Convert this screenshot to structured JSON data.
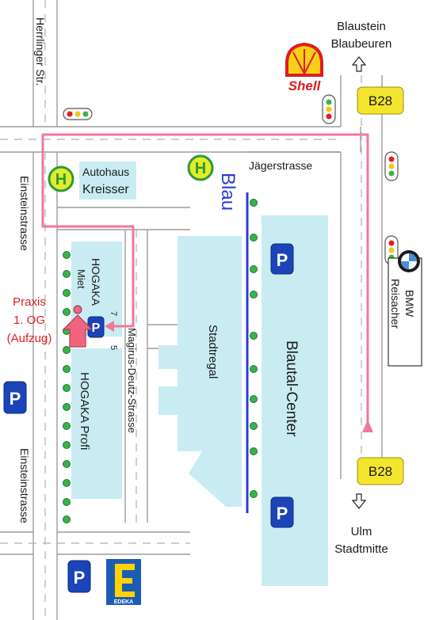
{
  "streets": {
    "herrlinger": "Herrlinger Str.",
    "einstein_top": "Einsteinstrasse",
    "einstein_bottom": "Einsteinstrasse",
    "jaeger": "Jägerstrasse",
    "magirus": "Magirus-Deutz-Strasse"
  },
  "river": "Blau",
  "places": {
    "autohaus_line1": "Autohaus",
    "autohaus_line2": "Kreisser",
    "hogaka_miet_line1": "HOGAKA",
    "hogaka_miet_line2": "Miet",
    "hogaka_profi": "HOGAKA Profi",
    "stadtregal": "Stadtregal",
    "blautal_center": "Blautal-Center",
    "bmw_line1": "BMW",
    "bmw_line2": "Reisacher"
  },
  "praxis": {
    "line1": "Praxis",
    "line2": "1. OG",
    "line3": "(Aufzug)"
  },
  "directions": {
    "north_line1": "Blaustein",
    "north_line2": "Blaubeuren",
    "south_line1": "Ulm",
    "south_line2": "Stadtmitte"
  },
  "road_badge_top": "B28",
  "road_badge_bottom": "B28",
  "parking_label": "P",
  "bus_stop_label": "H",
  "shell_label": "Shell",
  "edeka_label": "EDEKA",
  "house_numbers": {
    "seven": "7",
    "five": "5"
  },
  "colors": {
    "building": "#c9ecf3",
    "route": "#ee7a98",
    "river": "#2a3bd6",
    "parking": "#1c44b8",
    "bus_stop": "#e3ec2a",
    "bus_stop_ring": "#2e9a36",
    "tree": "#38b349",
    "badge": "#f3e52e",
    "shell_red": "#e01b22",
    "shell_yellow": "#f7d117",
    "edeka_blue": "#1d5cb4",
    "edeka_yellow": "#ffd200",
    "praxis_text": "#e0201f",
    "praxis_arrow": "#f0657d"
  }
}
